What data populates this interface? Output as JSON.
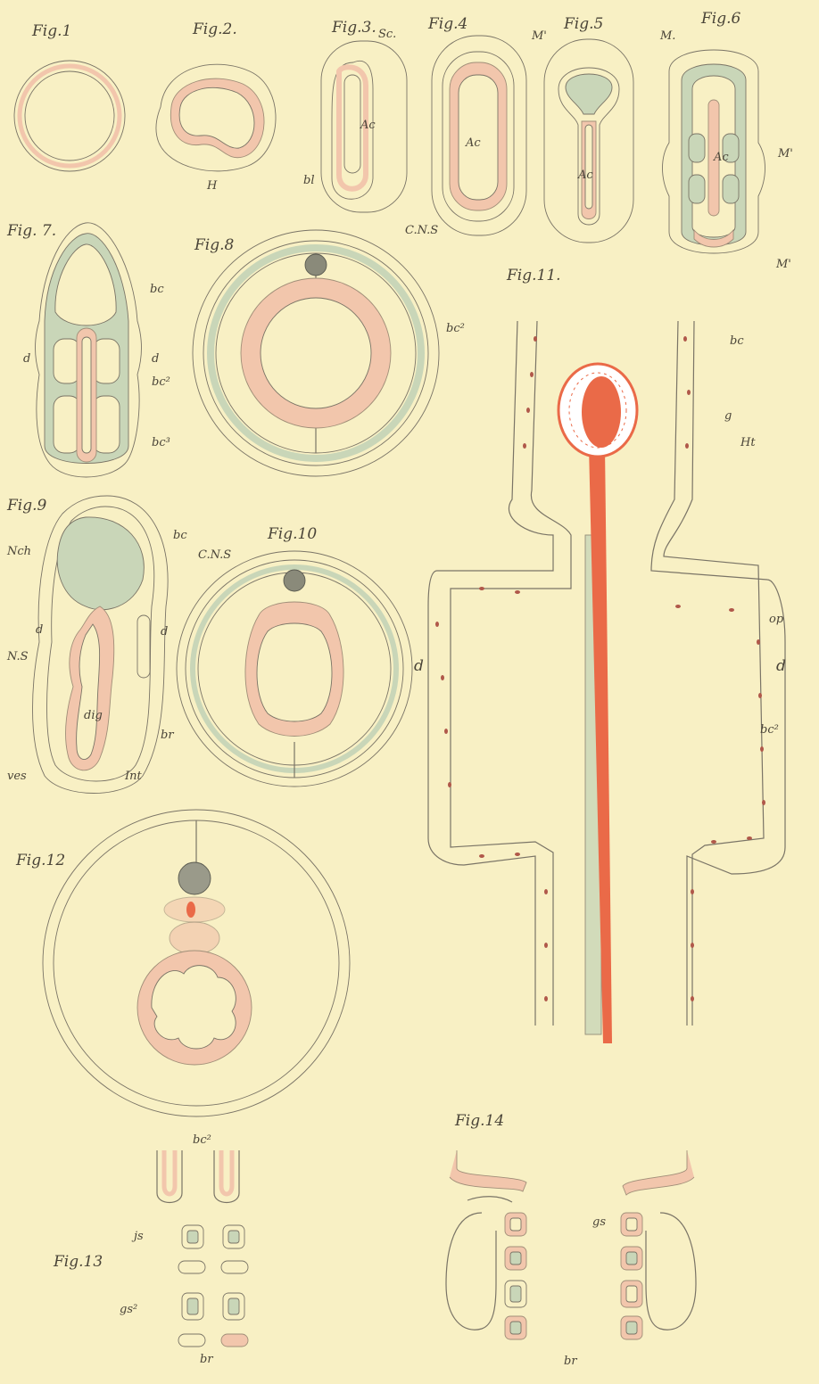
{
  "figures": {
    "f1": "Fig.1",
    "f2": "Fig.2.",
    "f3": "Fig.3.",
    "f4": "Fig.4",
    "f5": "Fig.5",
    "f6": "Fig.6",
    "f7": "Fig. 7.",
    "f8": "Fig.8",
    "f9": "Fig.9",
    "f10": "Fig.10",
    "f11": "Fig.11.",
    "f12": "Fig.12",
    "f13": "Fig.13",
    "f14": "Fig.14"
  },
  "labels": {
    "H": "H",
    "Ac": "Ac",
    "bl": "bl",
    "Sc": "Sc.",
    "Mprime": "M'",
    "M": "M.",
    "CNS": "C.N.S",
    "bc": "bc",
    "bc2": "bc²",
    "bc3": "bc³",
    "d": "d",
    "Nch": "Nch",
    "NS": "N.S",
    "dig": "dig",
    "br": "br",
    "ves": "ves",
    "Int": "Int",
    "g": "g",
    "Ht": "Ht",
    "op": "op",
    "bc2b": "bc²",
    "js": "js",
    "gs": "gs",
    "gs2": "gs²"
  },
  "colors": {
    "paper": "#f8f0c4",
    "outline": "#7a7466",
    "green_layer": "#c9d6b8",
    "pink_layer": "#f2c6ac",
    "heart_red": "#ea6a48"
  }
}
